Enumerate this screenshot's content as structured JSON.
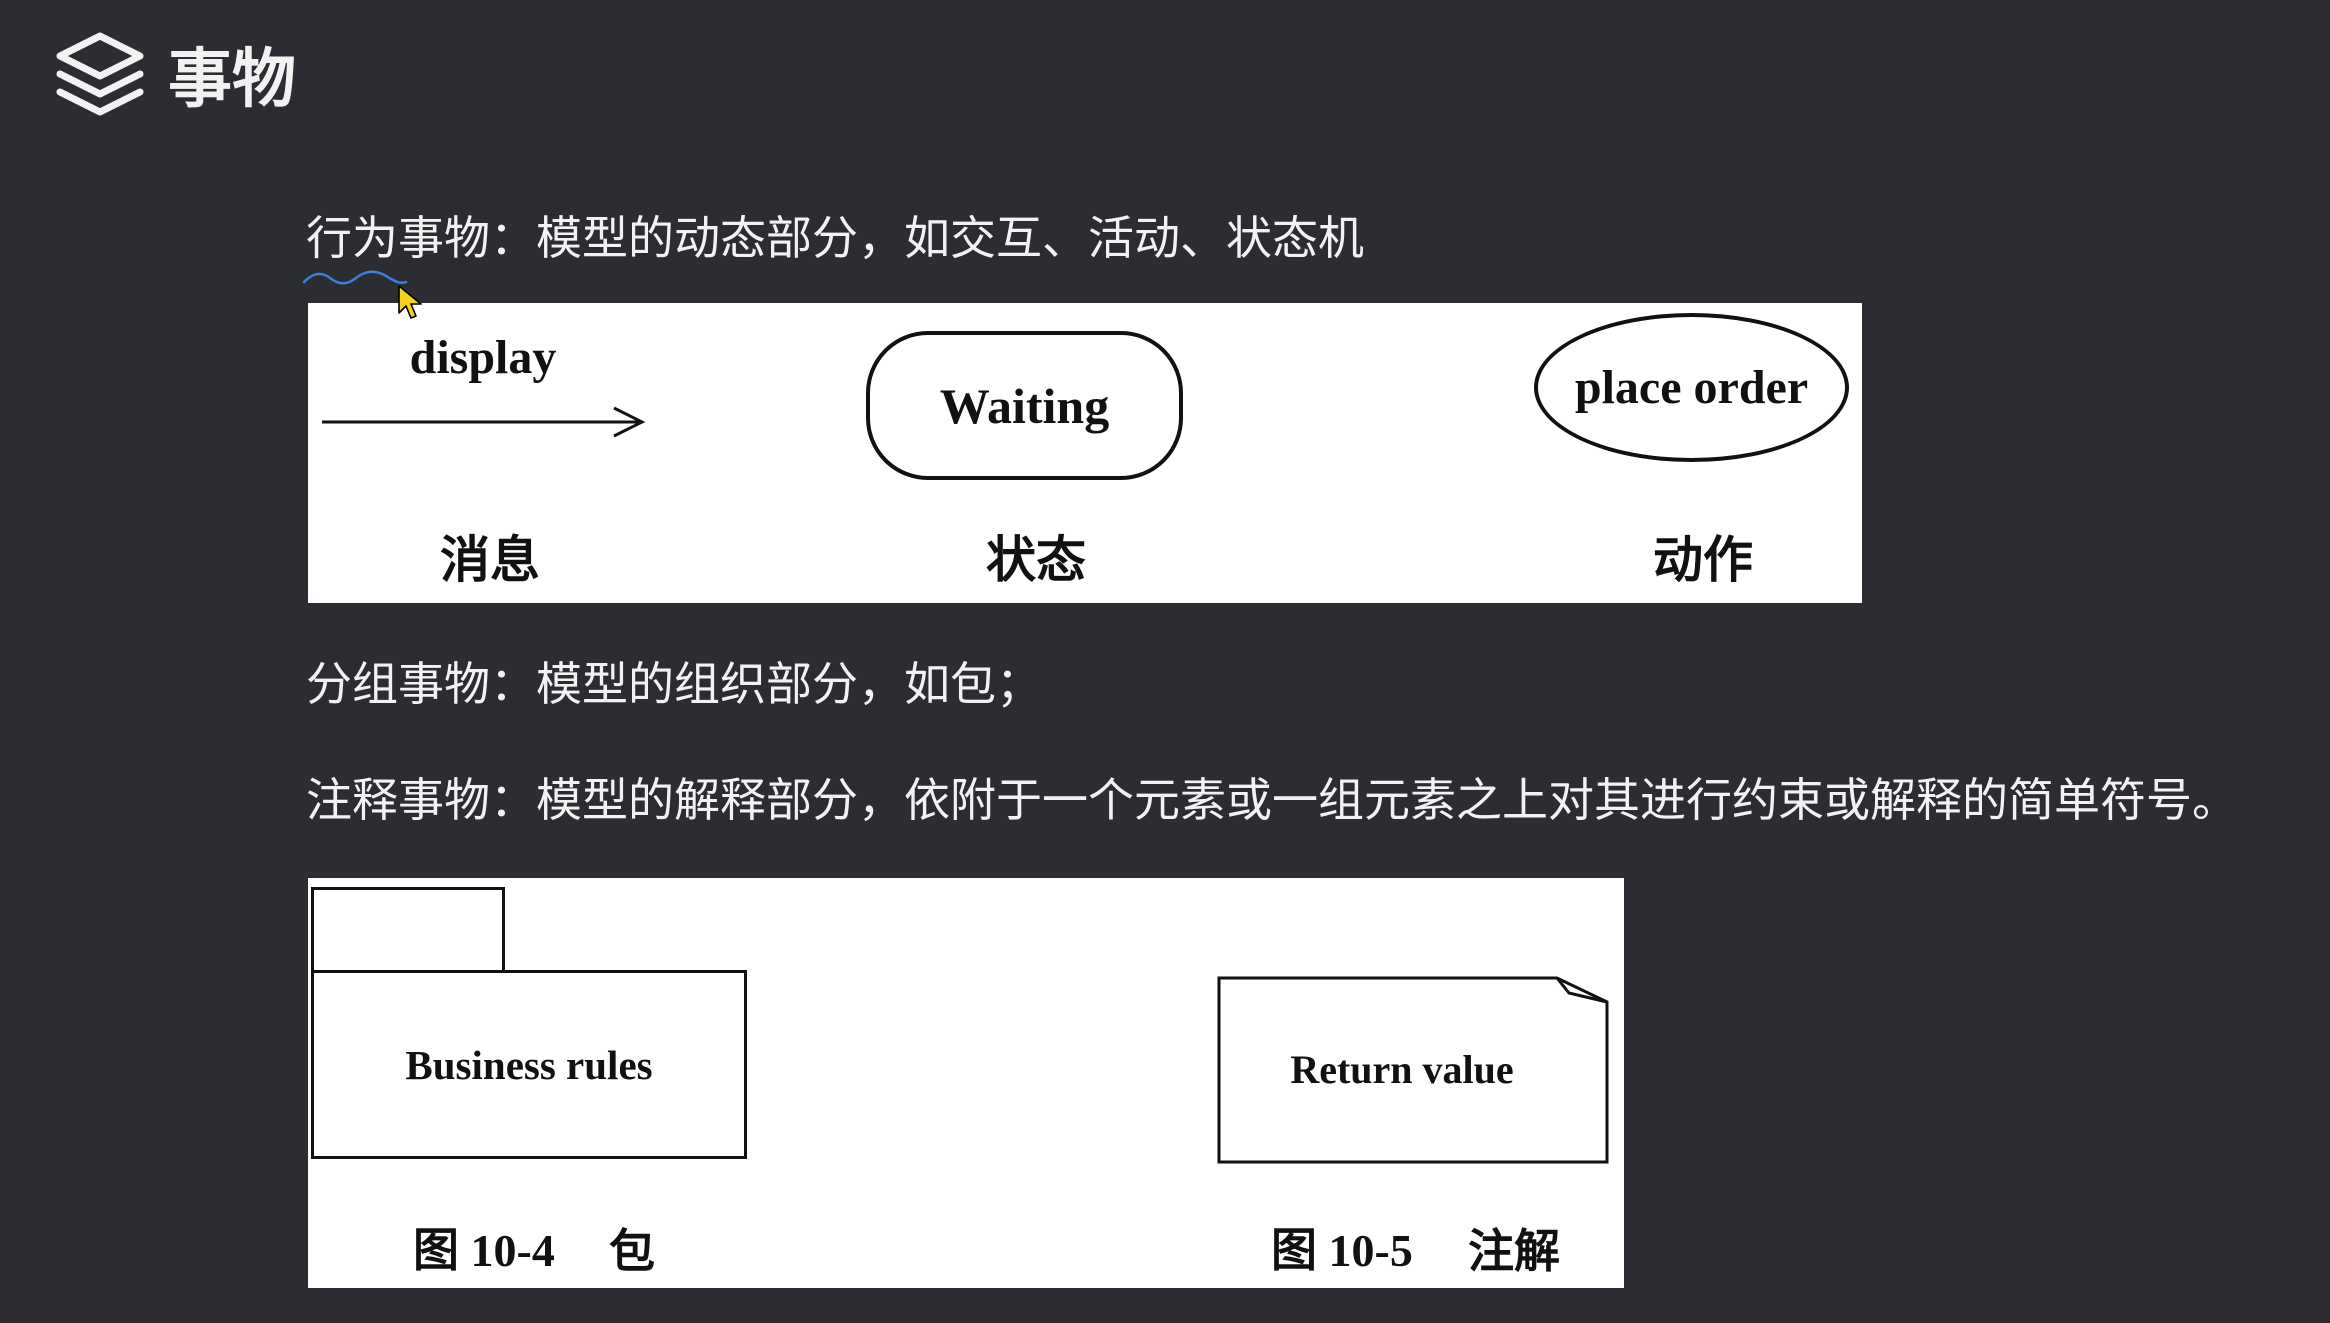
{
  "colors": {
    "background": "#2c2d32",
    "text": "#f2f2f2",
    "panel": "#ffffff",
    "ink": "#111111",
    "cursor": "#f2d21b",
    "annotation": "#3b7fd9"
  },
  "icons": {
    "logo": "layers-icon",
    "pointer": "cursor-arrow-icon",
    "message_arrow": "arrow-right-icon"
  },
  "header": {
    "title": "事物"
  },
  "body": {
    "behavior_text": "行为事物：模型的动态部分，如交互、活动、状态机",
    "grouping_text": "分组事物：模型的组织部分，如包；",
    "annotation_text": "注释事物：模型的解释部分，依附于一个元素或一组元素之上对其进行约束或解释的简单符号。"
  },
  "behavior_figure": {
    "message": {
      "label": "display",
      "caption": "消息"
    },
    "state": {
      "label": "Waiting",
      "caption": "状态"
    },
    "action": {
      "label": "place order",
      "caption": "动作"
    }
  },
  "grouping_figure": {
    "package": {
      "label": "Business rules",
      "figure_number": "图 10-4",
      "figure_title": "包"
    },
    "note": {
      "label": "Return value",
      "figure_number": "图 10-5",
      "figure_title": "注解"
    }
  }
}
